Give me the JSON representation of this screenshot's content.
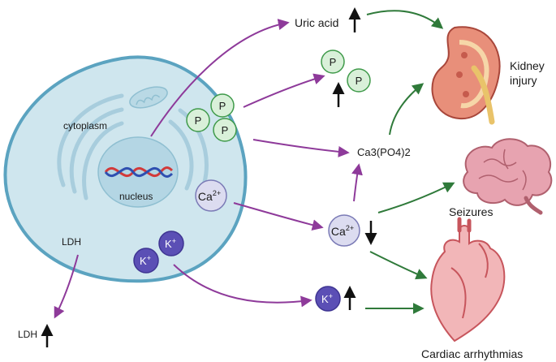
{
  "cell": {
    "cytoplasm": "cytoplasm",
    "nucleus": "nucleus",
    "ldh": "LDH"
  },
  "ions": {
    "phosphate": "P",
    "calcium_base": "Ca",
    "calcium_sup": "2+",
    "potassium_base": "K",
    "potassium_sup": "+"
  },
  "labels": {
    "uric_acid": "Uric acid",
    "ca3po4": "Ca3(PO4)2",
    "ldh_out": "LDH",
    "kidney": [
      "Kidney",
      "injury"
    ],
    "seizures": "Seizures",
    "cardiac": "Cardiac arrhythmias"
  },
  "colors": {
    "cell_fill": "#cfe6ee",
    "cell_border": "#5ba3c0",
    "nucleus": "#b4d6e4",
    "phosphate_fill": "#d9f0d9",
    "phosphate_stroke": "#3f9a4a",
    "calcium_fill": "#dcdcf0",
    "calcium_stroke": "#7b7bb6",
    "potassium_fill": "#5b4fb5",
    "arrow_purple": "#8e3a9a",
    "arrow_green": "#2f7a3a"
  },
  "icons": [
    "dna-icon",
    "mitochondrion-icon",
    "kidney-icon",
    "brain-icon",
    "heart-icon"
  ]
}
